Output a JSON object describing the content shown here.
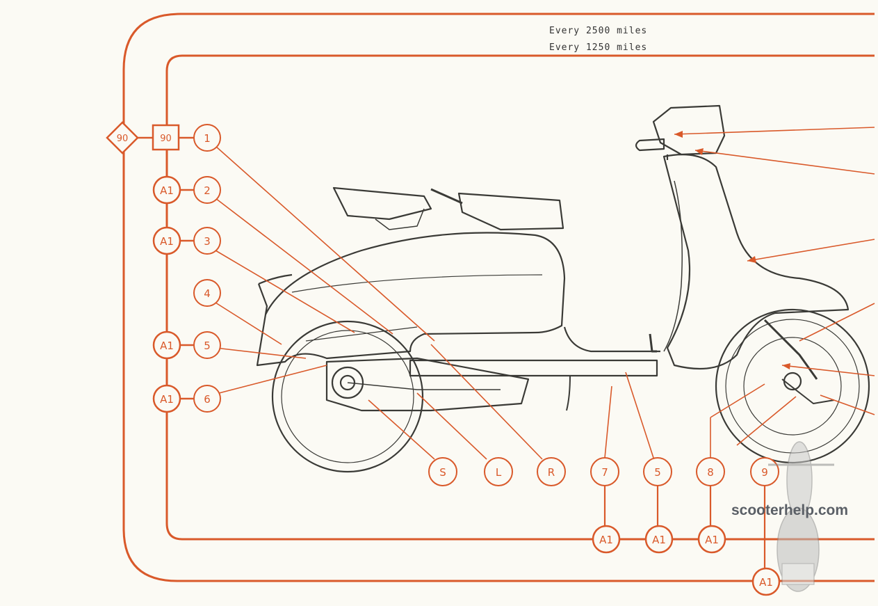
{
  "header": {
    "outer_interval": "Every 2500 miles",
    "inner_interval": "Every 1250 miles"
  },
  "interval_badges": {
    "outer_diamond": "90",
    "inner_square": "90"
  },
  "left_code_badges": [
    "A1",
    "A1",
    "A1",
    "A1"
  ],
  "left_callouts": [
    "1",
    "2",
    "3",
    "4",
    "5",
    "6"
  ],
  "bottom_callouts": [
    "S",
    "L",
    "R",
    "7",
    "5",
    "8",
    "9"
  ],
  "bottom_code_badges": [
    "A1",
    "A1",
    "A1",
    "A1"
  ],
  "watermark": "scooterhelp.com",
  "colors": {
    "accent": "#d9592a",
    "ink": "#3a3a36",
    "paper": "#fbfaf4"
  }
}
